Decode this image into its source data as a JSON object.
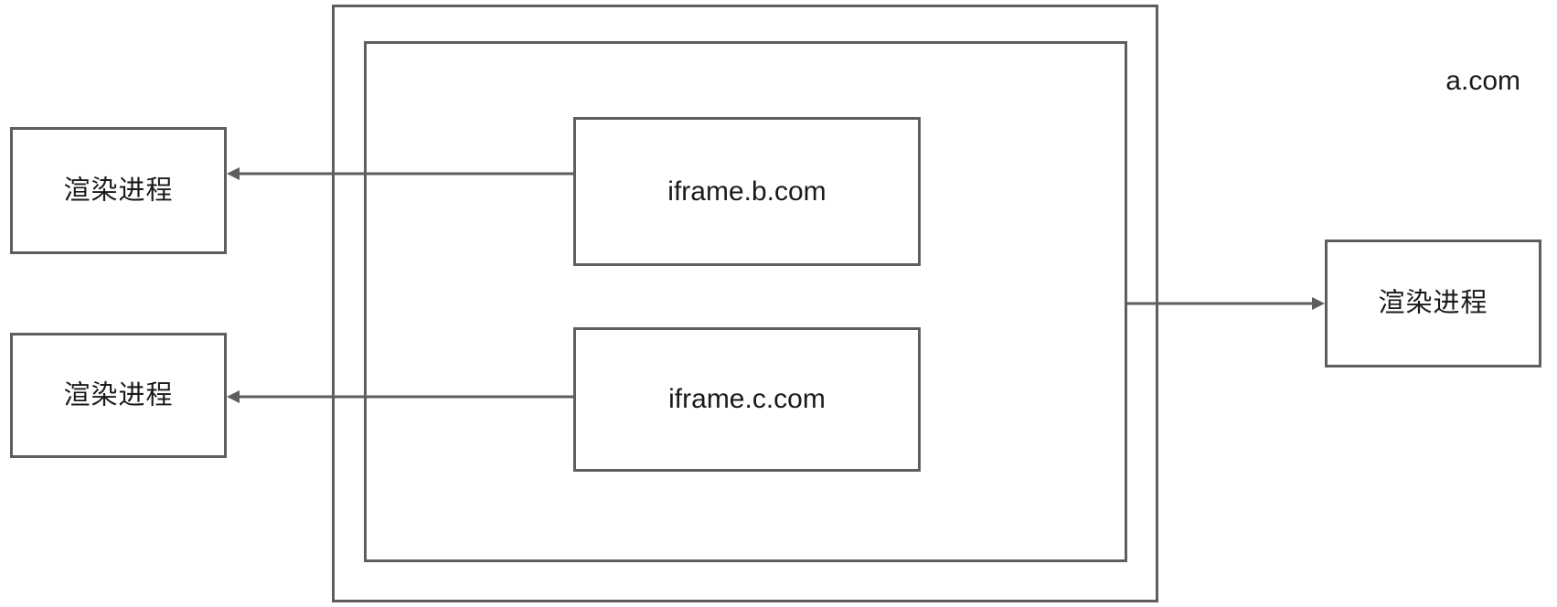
{
  "diagram": {
    "title": "",
    "colors": {
      "stroke": "#5e5e5e",
      "text": "#1a1a1a",
      "background": "#ffffff"
    },
    "outer_container": {
      "label": ""
    },
    "page": {
      "label": "a.com"
    },
    "iframes": [
      {
        "label": "iframe.b.com"
      },
      {
        "label": "iframe.c.com"
      }
    ],
    "processes": [
      {
        "label": "渲染进程",
        "position": "left-top"
      },
      {
        "label": "渲染进程",
        "position": "left-bottom"
      },
      {
        "label": "渲染进程",
        "position": "right"
      }
    ],
    "arrows": [
      {
        "from": "iframe.b.com",
        "to": "渲染进程",
        "direction": "left"
      },
      {
        "from": "iframe.c.com",
        "to": "渲染进程",
        "direction": "left"
      },
      {
        "from": "a.com",
        "to": "渲染进程",
        "direction": "right"
      }
    ]
  }
}
